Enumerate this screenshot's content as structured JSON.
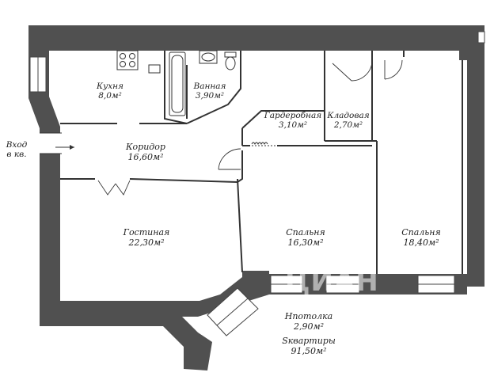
{
  "colors": {
    "wall": "#505050",
    "line": "#333333",
    "window": "#ffffff"
  },
  "entrance": {
    "line1": "Вход",
    "line2": "в кв."
  },
  "rooms": {
    "kitchen": {
      "name": "Кухня",
      "area": "8,0м²"
    },
    "bath": {
      "name": "Ванная",
      "area": "3,90м²"
    },
    "wardrobe": {
      "name": "Гардеробная",
      "area": "3,10м²"
    },
    "storage": {
      "name": "Кладовая",
      "area": "2,70м²"
    },
    "corridor": {
      "name": "Коридор",
      "area": "16,60м²"
    },
    "living": {
      "name": "Гостиная",
      "area": "22,30м²"
    },
    "bedroom1": {
      "name": "Спальня",
      "area": "16,30м²"
    },
    "bedroom2": {
      "name": "Спальня",
      "area": "18,40м²"
    }
  },
  "info": {
    "ceiling_label": "Нпотолка",
    "ceiling_value": "2,90м²",
    "area_label": "Sквартиры",
    "area_value": "91,50м²"
  },
  "watermark": "ЦИАН"
}
